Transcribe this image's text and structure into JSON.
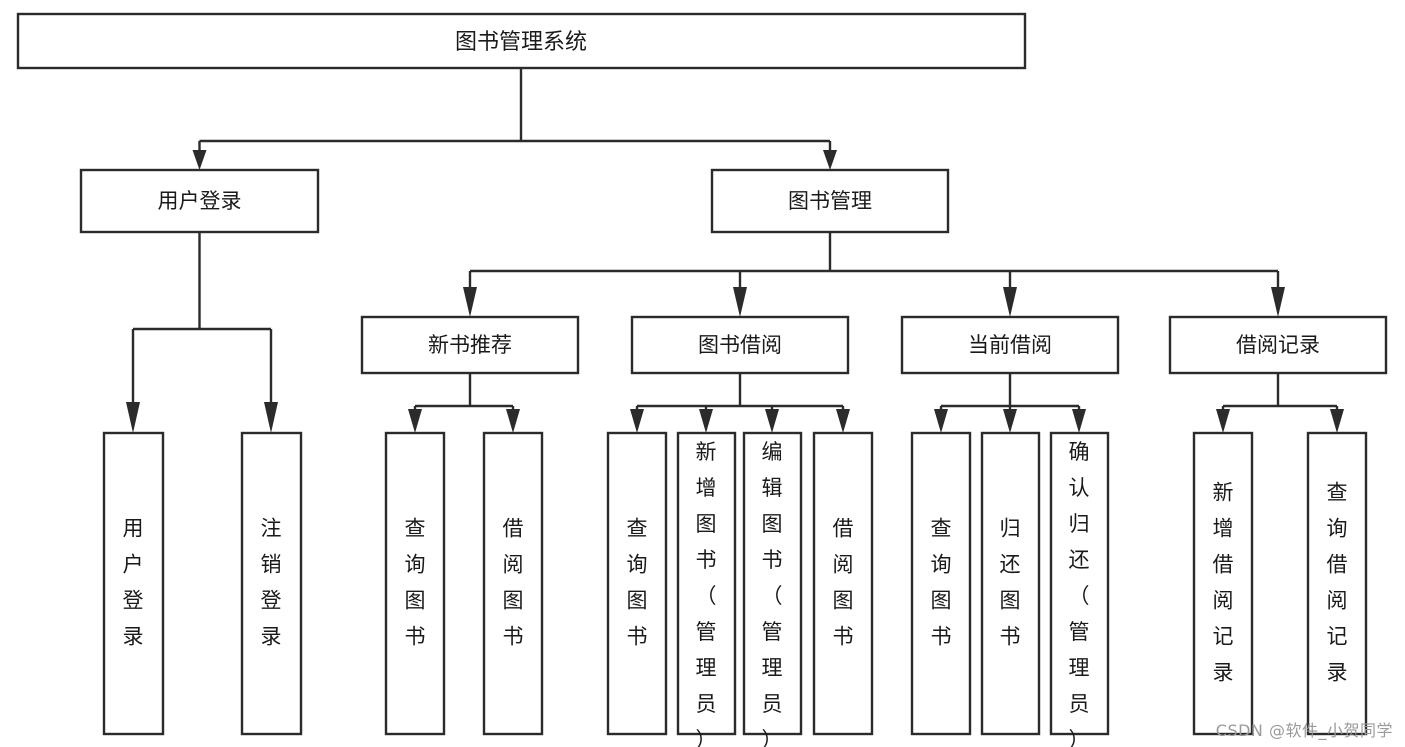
{
  "diagram": {
    "type": "tree-hierarchy",
    "title": "图书管理系统",
    "root": {
      "id": "root",
      "label": "图书管理系统",
      "orientation": "horizontal"
    },
    "level2": [
      {
        "id": "user-login",
        "label": "用户登录",
        "orientation": "horizontal"
      },
      {
        "id": "book-manage",
        "label": "图书管理",
        "orientation": "horizontal"
      }
    ],
    "level3": [
      {
        "id": "new-book-recommend",
        "label": "新书推荐",
        "parent": "book-manage",
        "orientation": "horizontal"
      },
      {
        "id": "book-borrow",
        "label": "图书借阅",
        "parent": "book-manage",
        "orientation": "horizontal"
      },
      {
        "id": "current-borrow",
        "label": "当前借阅",
        "parent": "book-manage",
        "orientation": "horizontal"
      },
      {
        "id": "borrow-record",
        "label": "借阅记录",
        "parent": "book-manage",
        "orientation": "horizontal"
      }
    ],
    "leaves": [
      {
        "id": "leaf-user-login",
        "label": "用户登录",
        "parent": "user-login",
        "orientation": "vertical"
      },
      {
        "id": "leaf-user-logout",
        "label": "注销登录",
        "parent": "user-login",
        "orientation": "vertical"
      },
      {
        "id": "leaf-query-book-1",
        "label": "查询图书",
        "parent": "new-book-recommend",
        "orientation": "vertical"
      },
      {
        "id": "leaf-borrow-book-1",
        "label": "借阅图书",
        "parent": "new-book-recommend",
        "orientation": "vertical"
      },
      {
        "id": "leaf-query-book-2",
        "label": "查询图书",
        "parent": "book-borrow",
        "orientation": "vertical"
      },
      {
        "id": "leaf-add-book",
        "label": "新增图书（管理员）",
        "parent": "book-borrow",
        "orientation": "vertical"
      },
      {
        "id": "leaf-edit-book",
        "label": "编辑图书（管理员）",
        "parent": "book-borrow",
        "orientation": "vertical"
      },
      {
        "id": "leaf-borrow-book-2",
        "label": "借阅图书",
        "parent": "book-borrow",
        "orientation": "vertical"
      },
      {
        "id": "leaf-query-book-3",
        "label": "查询图书",
        "parent": "current-borrow",
        "orientation": "vertical"
      },
      {
        "id": "leaf-return-book",
        "label": "归还图书",
        "parent": "current-borrow",
        "orientation": "vertical"
      },
      {
        "id": "leaf-confirm-return",
        "label": "确认归还（管理员）",
        "parent": "current-borrow",
        "orientation": "vertical"
      },
      {
        "id": "leaf-add-record",
        "label": "新增借阅记录",
        "parent": "borrow-record",
        "orientation": "vertical"
      },
      {
        "id": "leaf-query-record",
        "label": "查询借阅记录",
        "parent": "borrow-record",
        "orientation": "vertical"
      }
    ],
    "colors": {
      "box_stroke": "#2b2b2b",
      "box_fill": "#ffffff",
      "connector": "#2b2b2b",
      "text": "#1a1a1a",
      "background": "#ffffff",
      "watermark": "#9a9a9a"
    }
  },
  "watermark": {
    "text": "CSDN @软件_小贺同学"
  }
}
